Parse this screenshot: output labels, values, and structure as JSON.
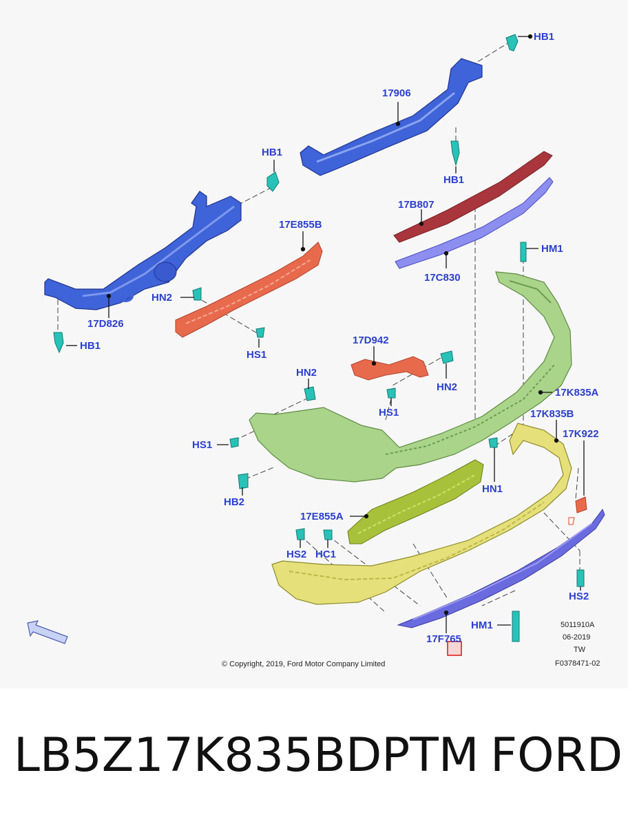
{
  "labels": {
    "hb1_top": "HB1",
    "p17906": "17906",
    "hb1_mid": "HB1",
    "hb1_left": "HB1",
    "p17b807": "17B807",
    "hm1_top": "HM1",
    "p17e855b": "17E855B",
    "hn2_left": "HN2",
    "p17c830": "17C830",
    "p17d826": "17D826",
    "hb1_low": "HB1",
    "hs1_upper": "HS1",
    "p17d942": "17D942",
    "hn2_mid": "HN2",
    "hn2_right": "HN2",
    "hs1_mid": "HS1",
    "p17k835a": "17K835A",
    "p17k835b": "17K835B",
    "p17k922": "17K922",
    "hs1_left": "HS1",
    "hn1": "HN1",
    "hb2": "HB2",
    "p17e855a": "17E855A",
    "hs2_left": "HS2",
    "hc1": "HC1",
    "hs2_right": "HS2",
    "hm1_low": "HM1",
    "p17f765": "17F765"
  },
  "meta": {
    "code": "5011910A",
    "date": "06-2019",
    "region": "TW",
    "figure": "F0378471-02",
    "copyright": "© Copyright, 2019, Ford Motor Company Limited"
  },
  "footer": {
    "part_number": "LB5Z17K835BDPTM",
    "brand": "FORD"
  },
  "colors": {
    "label": "#2b3fcf",
    "reinforcement_blue": "#3f63d8",
    "bracket_orange": "#e86a4c",
    "cover_green": "#a9d48a",
    "cover_yellow": "#e6e07a",
    "absorber_green": "#a7c23a",
    "skid_purple": "#6b6be0",
    "step_pad_red": "#a8363c",
    "fastener_cyan": "#28c2b8"
  }
}
